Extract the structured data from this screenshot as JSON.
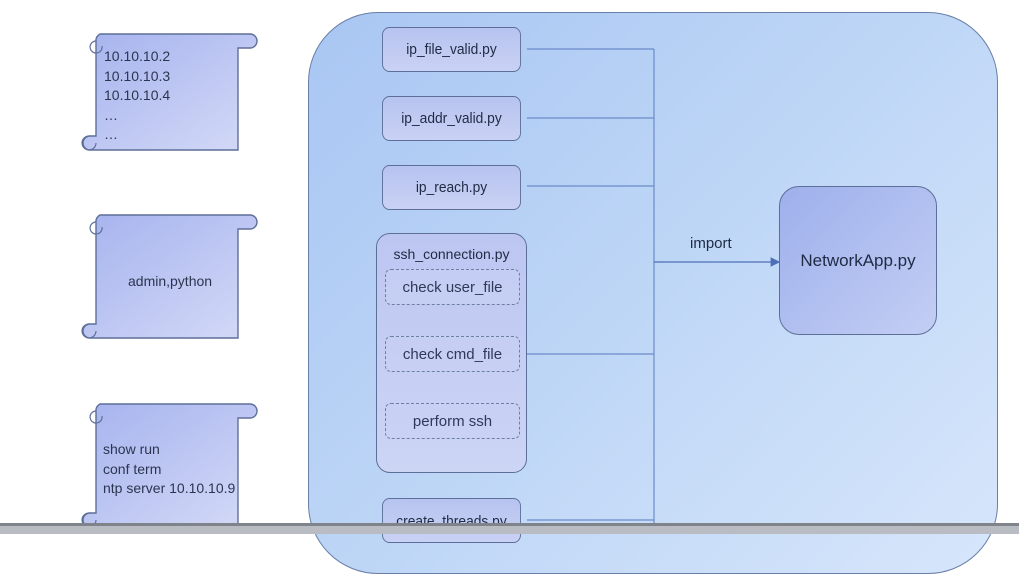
{
  "scrolls": {
    "ip_list": {
      "lines": [
        "10.10.10.2",
        "10.10.10.3",
        "10.10.10.4",
        "…",
        "…"
      ]
    },
    "user_file": {
      "lines": [
        "admin,python"
      ]
    },
    "cmd_file": {
      "lines": [
        "show run",
        "conf term",
        "ntp server 10.10.10.9"
      ]
    }
  },
  "modules": {
    "ip_file_valid": "ip_file_valid.py",
    "ip_addr_valid": "ip_addr_valid.py",
    "ip_reach": "ip_reach.py",
    "ssh_connection": {
      "title": "ssh_connection.py",
      "steps": [
        "check user_file",
        "check cmd_file",
        "perform ssh"
      ]
    },
    "create_threads": "create_threads.py"
  },
  "import_label": "import",
  "network_app": "NetworkApp.py",
  "colors": {
    "container_fill": "#bcd5f6",
    "module_fill": "#c0cbf2",
    "stroke": "#5d6f98",
    "connector": "#6b8bc9"
  }
}
